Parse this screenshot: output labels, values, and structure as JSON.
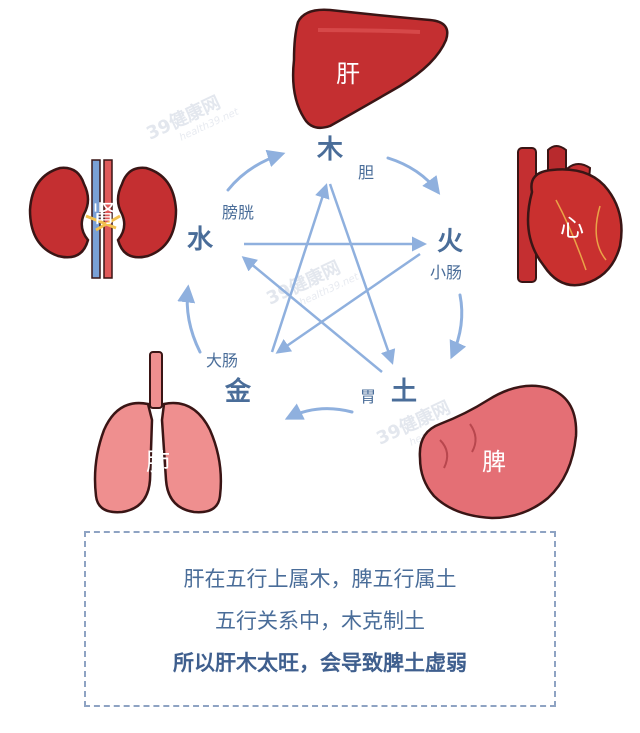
{
  "watermark": {
    "text": "39健康网",
    "sub": "health39.net"
  },
  "organs": {
    "liver": "肝",
    "heart": "心",
    "spleen": "脾",
    "lung": "肺",
    "kidney": "肾"
  },
  "elements": {
    "wood": {
      "label": "木",
      "partner": "胆"
    },
    "fire": {
      "label": "火",
      "partner": "小肠"
    },
    "earth": {
      "label": "土",
      "partner": "胃"
    },
    "metal": {
      "label": "金",
      "partner": "大肠"
    },
    "water": {
      "label": "水",
      "partner": "膀胱"
    }
  },
  "colors": {
    "arrow": "#8fb0de",
    "text": "#4a6d99",
    "organ_red": "#c42f31",
    "lung_pink": "#ef8f8f",
    "spleen_pink": "#e46f75"
  },
  "caption": {
    "line1": "肝在五行上属木，脾五行属土",
    "line2": "五行关系中，木克制土",
    "line3": "所以肝木太旺，会导致脾土虚弱"
  }
}
